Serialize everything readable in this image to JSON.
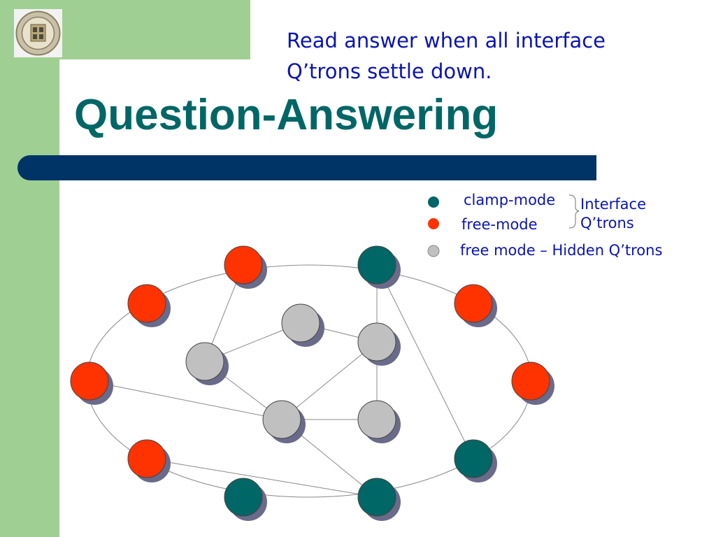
{
  "slide": {
    "title": "Question-Answering",
    "note": "Read answer when all interface Q’trons settle down."
  },
  "legend": {
    "clamp_label": "clamp-mode",
    "free_label": "free-mode",
    "hidden_label": "free mode – Hidden Q’trons",
    "group_line1": "Interface",
    "group_line2": "Q’trons"
  },
  "colors": {
    "clamp": "#006666",
    "free": "#ff3300",
    "hidden": "#c0c0c0",
    "rule": "#003366",
    "title": "#006666",
    "text": "#0a14b4"
  }
}
